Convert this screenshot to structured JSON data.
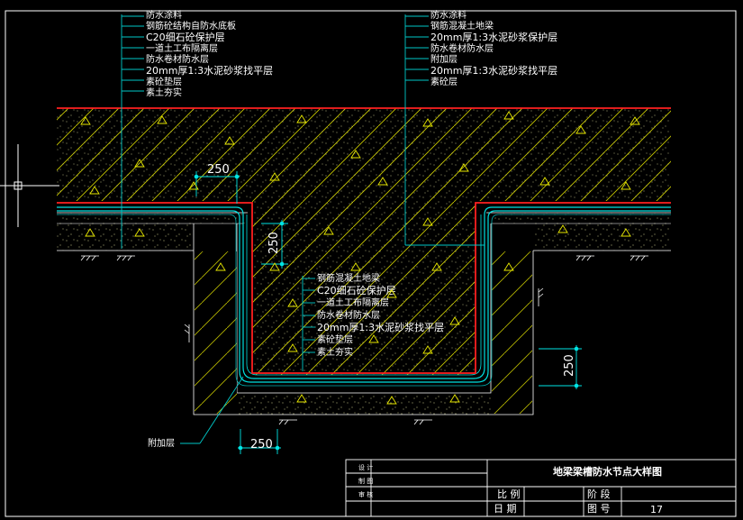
{
  "colors": {
    "background": "#000000",
    "hatch": "#c8c800",
    "concrete": "#7f7f2a",
    "membrane": "#00e0e0",
    "waterproof_top": "#ff2020",
    "leader": "#00c8c8",
    "dimension": "#00e5e5",
    "frame": "#ffffff"
  },
  "labels_top_left": [
    "防水涂料",
    "钢筋砼结构自防水底板",
    "C20细石砼保护层",
    "一道土工布隔离层",
    "防水卷材防水层",
    "20mm厚1:3水泥砂浆找平层",
    "素砼垫层",
    "素土夯实"
  ],
  "labels_top_right": [
    "防水涂料",
    "钢筋混凝土地梁",
    "20mm厚1:3水泥砂浆保护层",
    "防水卷材防水层",
    "附加层",
    "20mm厚1:3水泥砂浆找平层",
    "素砼层"
  ],
  "labels_center": [
    "钢筋混凝土地梁",
    "C20细石砼保护层",
    "一道土工布隔离层",
    "防水卷材防水层",
    "20mm厚1:3水泥砂浆找平层",
    "素砼垫层",
    "素土夯实"
  ],
  "label_additional": "附加层",
  "dimensions": {
    "top_width": "250",
    "vertical_left": "250",
    "vertical_right": "250",
    "bottom_width": "250"
  },
  "title_block": {
    "title": "地梁梁槽防水节点大样图",
    "row1_left_a": "设 计",
    "row2_left_a": "制 图",
    "row3_left_a": "审 核",
    "scale_label": "比 例",
    "stage_label": "阶 段",
    "date_label": "日 期",
    "drawing_no_label": "图 号",
    "drawing_no": "17"
  }
}
